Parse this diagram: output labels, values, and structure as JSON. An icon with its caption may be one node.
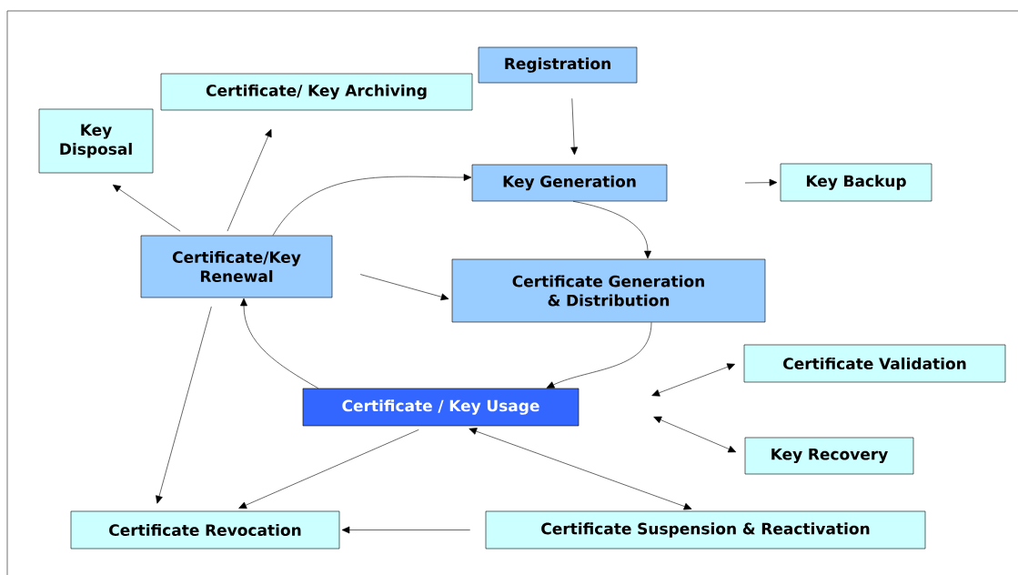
{
  "diagram": {
    "nodes": [
      {
        "text": [
          "Registration"
        ]
      },
      {
        "text": [
          "Certificate/ Key Archiving"
        ]
      },
      {
        "text": [
          "Key Disposal"
        ]
      },
      {
        "text": [
          "Key Generation"
        ]
      },
      {
        "text": [
          "Key Backup"
        ]
      },
      {
        "text": [
          "Certificate/Key Renewal"
        ]
      },
      {
        "text": [
          "Certificate Generation & Distribution"
        ]
      },
      {
        "text": [
          "Certificate Validation"
        ]
      },
      {
        "text": [
          "Certificate / Key Usage"
        ]
      },
      {
        "text": [
          "Key Recovery"
        ]
      },
      {
        "text": [
          "Certificate Revocation"
        ]
      },
      {
        "text": [
          "Certificate Suspension & Reactivation"
        ]
      }
    ],
    "edges": [
      {
        "from": 0,
        "to": 3,
        "arrow": "to"
      },
      {
        "from": null,
        "to": 4,
        "arrow": "to"
      },
      {
        "from": 3,
        "to": 6,
        "arrow": "to"
      },
      {
        "from": 6,
        "to": 8,
        "arrow": "to"
      },
      {
        "from": 8,
        "to": 5,
        "arrow": "to"
      },
      {
        "from": 5,
        "to": 3,
        "arrow": "to"
      },
      {
        "from": 5,
        "to": 2,
        "arrow": "to"
      },
      {
        "from": 5,
        "to": 1,
        "arrow": "to"
      },
      {
        "from": 5,
        "to": 6,
        "arrow": "to"
      },
      {
        "from": 5,
        "to": 10,
        "arrow": "to"
      },
      {
        "from": 8,
        "to": 10,
        "arrow": "to"
      },
      {
        "from": 8,
        "to": 11,
        "arrow": "both"
      },
      {
        "from": null,
        "to": 7,
        "arrow": "both"
      },
      {
        "from": null,
        "to": 9,
        "arrow": "both"
      },
      {
        "from": 11,
        "to": 10,
        "arrow": "to"
      }
    ]
  }
}
